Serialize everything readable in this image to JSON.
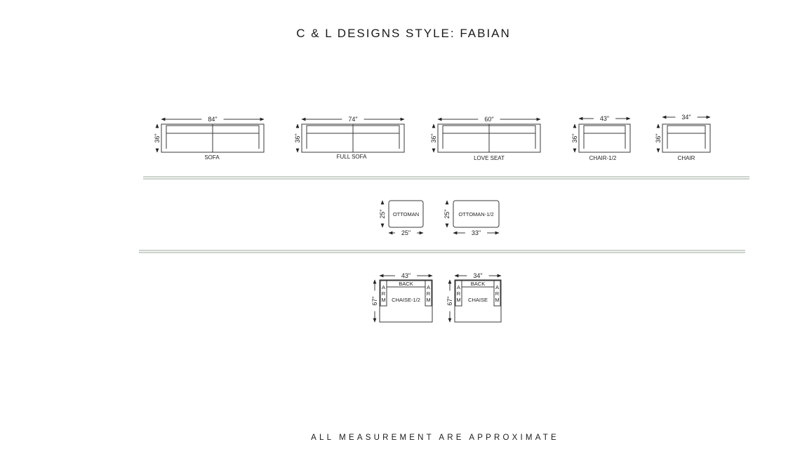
{
  "title": "C & L DESIGNS STYLE: FABIAN",
  "footer": "ALL MEASUREMENT ARE APPROXIMATE",
  "sofas": [
    {
      "name": "SOFA",
      "width": "84\"",
      "depth": "36\""
    },
    {
      "name": "FULL SOFA",
      "width": "74\"",
      "depth": "36\""
    },
    {
      "name": "LOVE SEAT",
      "width": "60\"",
      "depth": "36\""
    },
    {
      "name": "CHAIR-1/2",
      "width": "43\"",
      "depth": "36\""
    },
    {
      "name": "CHAIR",
      "width": "34\"",
      "depth": "36\""
    }
  ],
  "ottomans": [
    {
      "name": "OTTOMAN",
      "width": "25\"",
      "depth": "25\""
    },
    {
      "name": "OTTOMAN-1/2",
      "width": "33\"",
      "depth": "25\""
    }
  ],
  "chaises": [
    {
      "name": "CHAISE-1/2",
      "width": "43\"",
      "depth": "67\"",
      "back": "BACK",
      "arm": "ARM"
    },
    {
      "name": "CHAISE",
      "width": "34\"",
      "depth": "67\"",
      "back": "BACK",
      "arm": "ARM"
    }
  ]
}
